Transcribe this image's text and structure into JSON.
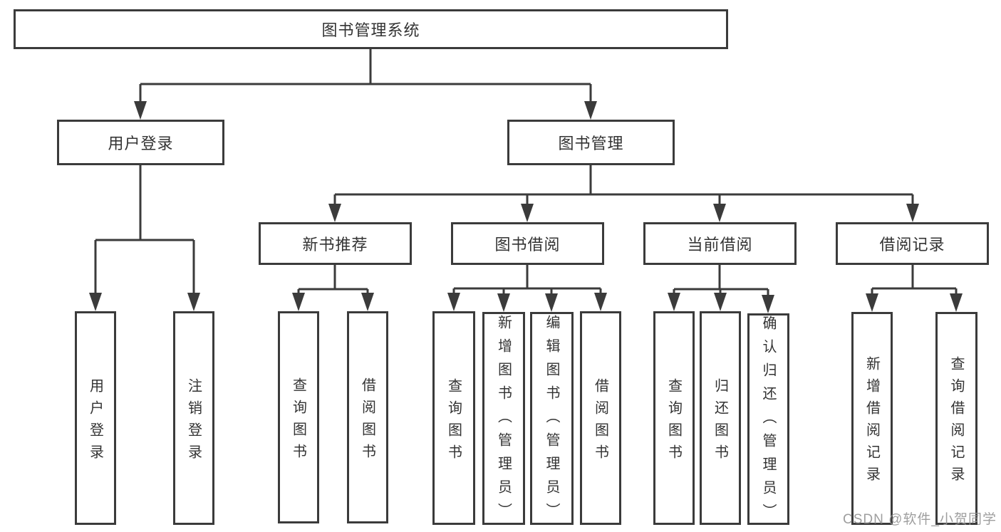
{
  "diagram": {
    "watermark": "CSDN @软件_小贺同学",
    "colors": {
      "line": "#3b3b3b",
      "text": "#333333",
      "box_background": "#ffffff",
      "page_background": "#ffffff",
      "watermark": "#949494"
    },
    "tree": {
      "label": "图书管理系统",
      "children": [
        {
          "label": "用户登录",
          "children": [
            {
              "label": "用户登录"
            },
            {
              "label": "注销登录"
            }
          ]
        },
        {
          "label": "图书管理",
          "children": [
            {
              "label": "新书推荐",
              "children": [
                {
                  "label": "查询图书"
                },
                {
                  "label": "借阅图书"
                }
              ]
            },
            {
              "label": "图书借阅",
              "children": [
                {
                  "label": "查询图书"
                },
                {
                  "label": "新增图书（管理员）"
                },
                {
                  "label": "编辑图书（管理员）"
                },
                {
                  "label": "借阅图书"
                }
              ]
            },
            {
              "label": "当前借阅",
              "children": [
                {
                  "label": "查询图书"
                },
                {
                  "label": "归还图书"
                },
                {
                  "label": "确认归还（管理员）"
                }
              ]
            },
            {
              "label": "借阅记录",
              "children": [
                {
                  "label": "新增借阅记录"
                },
                {
                  "label": "查询借阅记录"
                }
              ]
            }
          ]
        }
      ]
    }
  }
}
